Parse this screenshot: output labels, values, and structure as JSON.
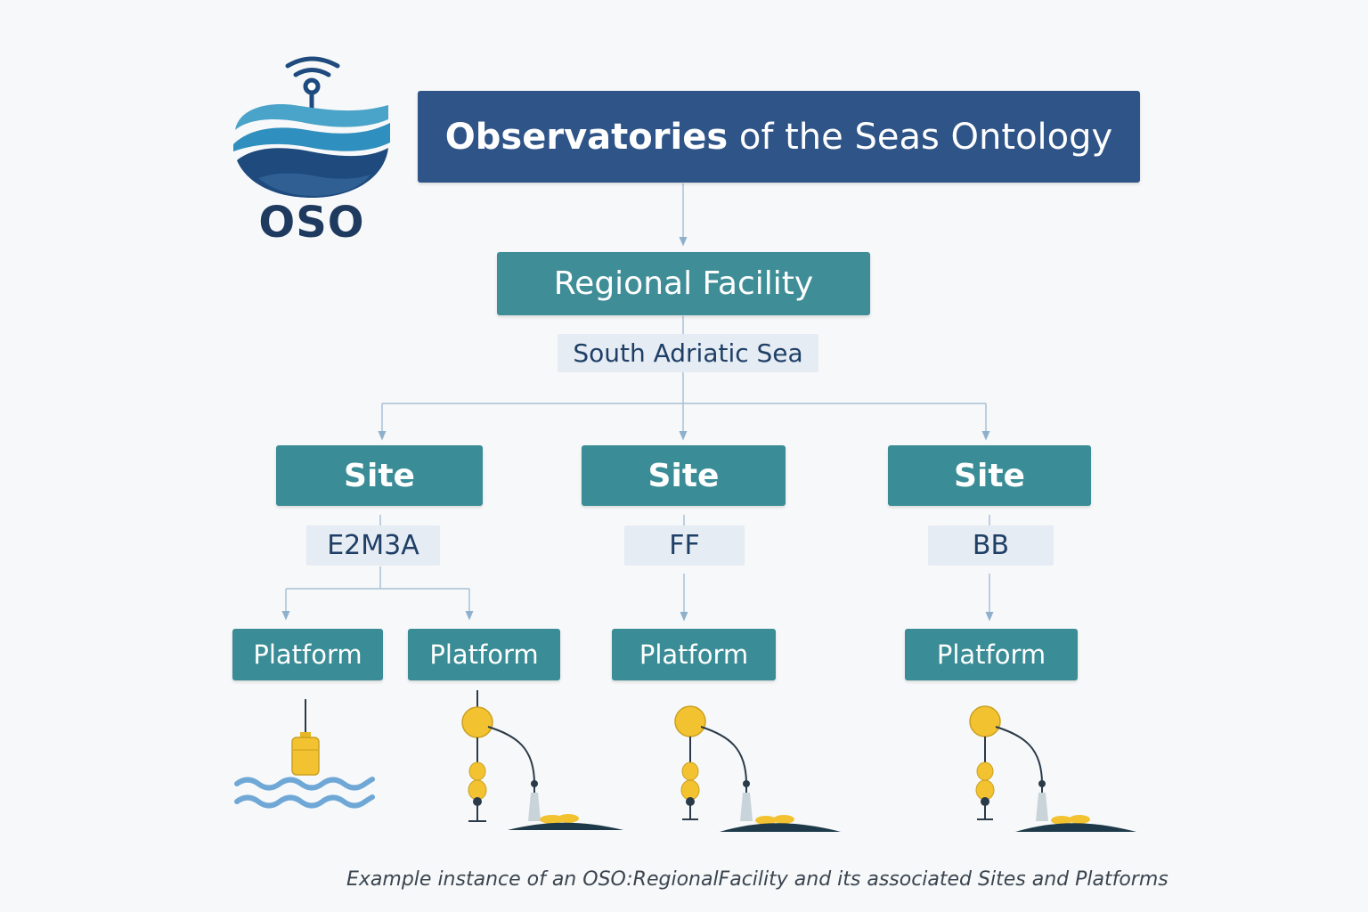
{
  "logo": {
    "text": "OSO",
    "colors": {
      "wave_light": "#4aa3c8",
      "wave_mid": "#2f7fb0",
      "wave_dark": "#1e4a7e",
      "text": "#1e3a5f"
    }
  },
  "title": {
    "strong": "Observatories",
    "rest": " of the Seas Ontology",
    "color": "#2f5487"
  },
  "regional_facility": {
    "label": "Regional Facility",
    "instance": "South Adriatic Sea"
  },
  "sites": [
    {
      "label": "Site",
      "instance": "E2M3A"
    },
    {
      "label": "Site",
      "instance": "FF"
    },
    {
      "label": "Site",
      "instance": "BB"
    }
  ],
  "platforms": [
    {
      "label": "Platform",
      "icon": "surface-buoy-icon"
    },
    {
      "label": "Platform",
      "icon": "mooring-icon"
    },
    {
      "label": "Platform",
      "icon": "mooring-icon"
    },
    {
      "label": "Platform",
      "icon": "mooring-icon"
    }
  ],
  "caption": "Example instance of an OSO:RegionalFacility and its associated Sites and Platforms",
  "colors": {
    "title_bg": "#2f5487",
    "node_bg": "#3a8c96",
    "label_bg": "#e6ecf3",
    "label_text": "#1f3f66",
    "connector": "#9fb8cf",
    "buoy_yellow": "#f2c230",
    "water_blue": "#6fa8d6"
  }
}
